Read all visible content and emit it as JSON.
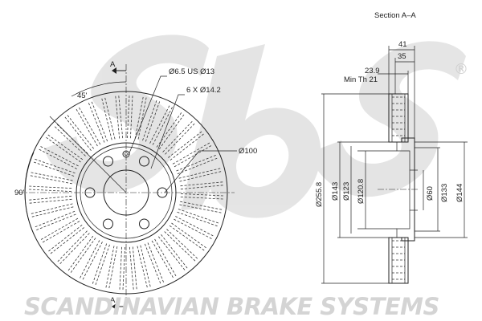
{
  "brand": {
    "logo_text": "sbs",
    "registered_mark": "®",
    "footer_name": "SCANDINAVIAN BRAKE SYSTEMS"
  },
  "front_view": {
    "section_marker_top": "A",
    "section_marker_bottom": "A",
    "angle_label": "45'",
    "angle_90_label": "90'",
    "hole_label_1": "Ø6.5 US Ø13",
    "hole_label_2": "6 X Ø14.2",
    "pcd_label": "Ø100",
    "bolt_holes": 6
  },
  "section_view": {
    "title": "Section A–A",
    "dim_total_width": "41",
    "dim_hub_width": "35",
    "dim_thickness": "23.9",
    "min_thickness_label": "Min Th 21",
    "dia_outer": "Ø255.8",
    "dia_143": "Ø143",
    "dia_123": "Ø123",
    "dia_120_8": "Ø120.8",
    "dia_60": "Ø60",
    "dia_133": "Ø133",
    "dia_144": "Ø144"
  },
  "colors": {
    "line": "#222222",
    "watermark": "#d4d4d4"
  }
}
